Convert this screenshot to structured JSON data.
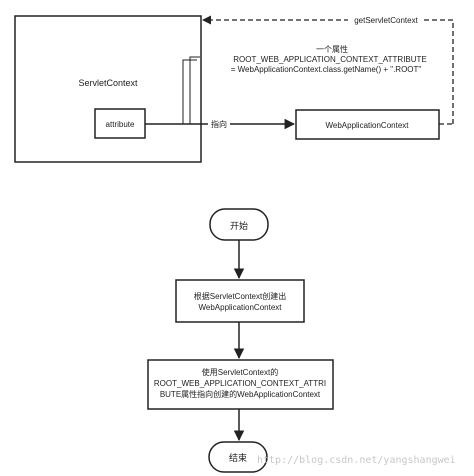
{
  "top_diagram": {
    "servlet_context_label": "ServletContext",
    "attribute_label": "attribute",
    "web_app_context_label": "WebApplicationContext",
    "get_servlet_context_label": "getServletContext",
    "pointer_label": "指向",
    "annotation": {
      "line1": "一个属性",
      "line2": "ROOT_WEB_APPLICATION_CONTEXT_ATTRIBUTE",
      "line3": "= WebApplicationContext.class.getName() + \".ROOT\""
    }
  },
  "flowchart": {
    "start_label": "开始",
    "step1_line1": "根据ServletContext创建出",
    "step1_line2": "WebApplicationContext",
    "step2_line1": "使用ServletContext的",
    "step2_line2": "ROOT_WEB_APPLICATION_CONTEXT_ATTRI",
    "step2_line3": "BUTE属性指向创建的WebApplicationContext",
    "end_label": "结束"
  },
  "watermark": "http://blog.csdn.net/yangshangwei"
}
